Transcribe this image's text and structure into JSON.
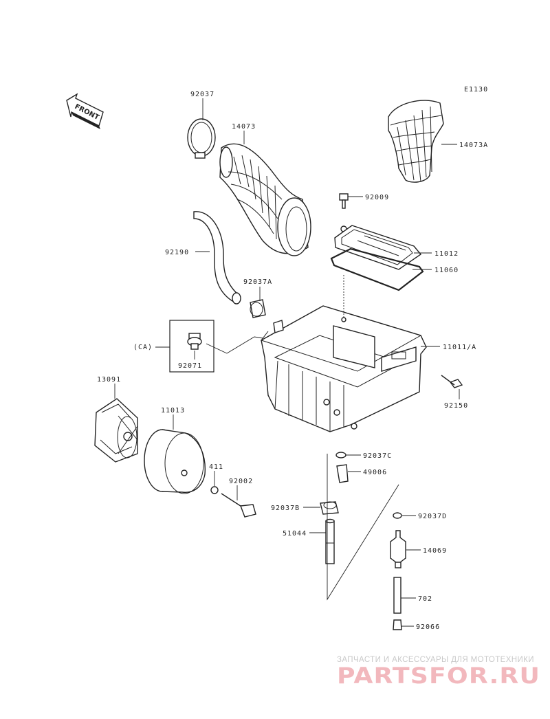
{
  "diagram_code": "E1130",
  "front_label": "FRONT",
  "ca_label": "(CA)",
  "parts": [
    {
      "key": "p92037",
      "number": "92037"
    },
    {
      "key": "p14073",
      "number": "14073"
    },
    {
      "key": "p14073a",
      "number": "14073A"
    },
    {
      "key": "p92009",
      "number": "92009"
    },
    {
      "key": "p11012",
      "number": "11012"
    },
    {
      "key": "p11060",
      "number": "11060"
    },
    {
      "key": "p92190",
      "number": "92190"
    },
    {
      "key": "p92037a",
      "number": "92037A"
    },
    {
      "key": "p11011a",
      "number": "11011/A"
    },
    {
      "key": "p92071",
      "number": "92071"
    },
    {
      "key": "p13091",
      "number": "13091"
    },
    {
      "key": "p11013",
      "number": "11013"
    },
    {
      "key": "p92150",
      "number": "92150"
    },
    {
      "key": "p92037c",
      "number": "92037C"
    },
    {
      "key": "p49006",
      "number": "49006"
    },
    {
      "key": "p411",
      "number": "411"
    },
    {
      "key": "p92002",
      "number": "92002"
    },
    {
      "key": "p92037b",
      "number": "92037B"
    },
    {
      "key": "p92037d",
      "number": "92037D"
    },
    {
      "key": "p51044",
      "number": "51044"
    },
    {
      "key": "p14069",
      "number": "14069"
    },
    {
      "key": "p702",
      "number": "702"
    },
    {
      "key": "p92066",
      "number": "92066"
    }
  ],
  "watermark": {
    "tagline": "ЗАПЧАСТИ И АКСЕССУАРЫ ДЛЯ МОТОТЕХНИКИ",
    "brand": "PARTSFOR.RU",
    "color": "#f2b8bd"
  }
}
